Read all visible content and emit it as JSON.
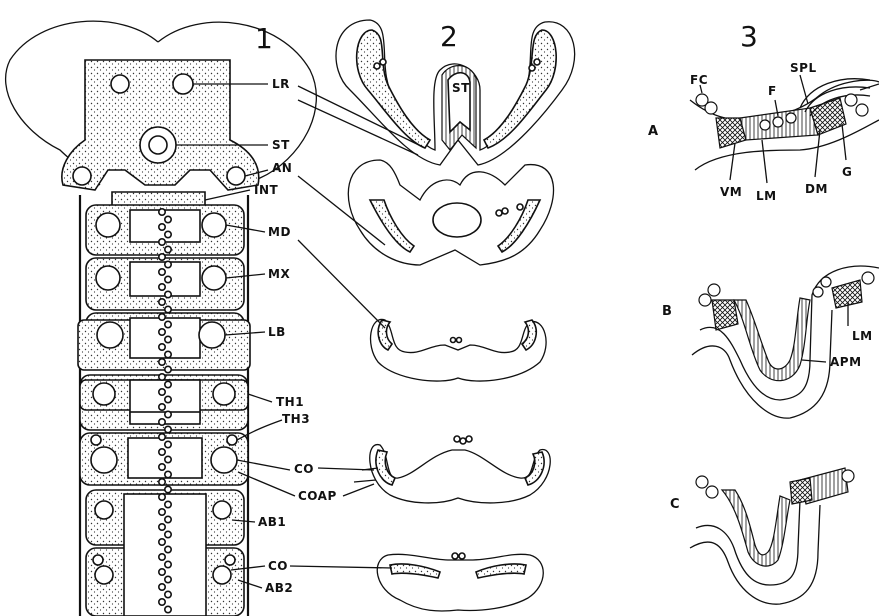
{
  "panels": {
    "p1": "1",
    "p2": "2",
    "p3": "3"
  },
  "panel1_labels": {
    "lr": "LR",
    "st": "ST",
    "an": "AN",
    "int": "INT",
    "md": "MD",
    "mx": "MX",
    "lb": "LB",
    "th1": "TH1",
    "th3": "TH3",
    "co": "CO",
    "coap": "COAP",
    "ab1": "AB1",
    "co2": "CO",
    "ab2": "AB2"
  },
  "panel2_labels": {
    "st": "ST"
  },
  "panel3_labels": {
    "a": "A",
    "b": "B",
    "c": "C",
    "fc": "FC",
    "f": "F",
    "spl": "SPL",
    "vm": "VM",
    "lm": "LM",
    "dm": "DM",
    "g": "G",
    "lm_b": "LM",
    "apm": "APM"
  }
}
